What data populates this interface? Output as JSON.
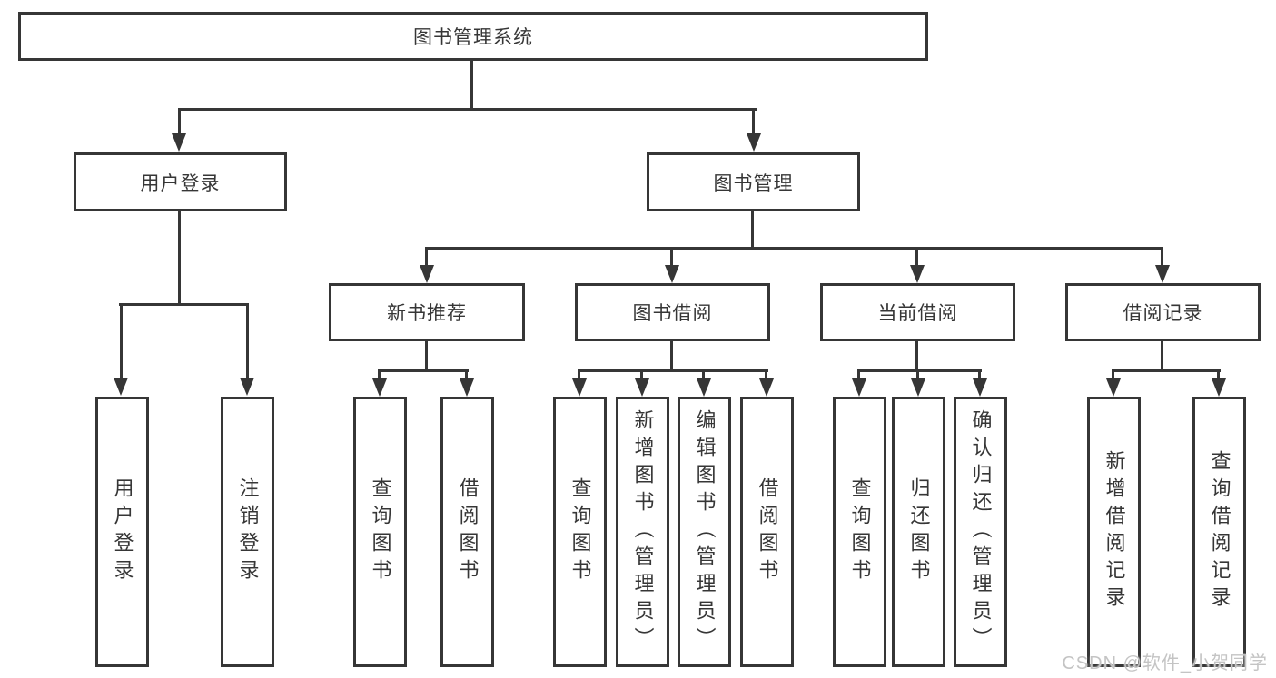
{
  "diagram": {
    "root": {
      "label": "图书管理系统"
    },
    "user_login": {
      "label": "用户登录",
      "children": [
        {
          "label": "用户登录"
        },
        {
          "label": "注销登录"
        }
      ]
    },
    "book_management": {
      "label": "图书管理",
      "groups": [
        {
          "label": "新书推荐",
          "children": [
            {
              "label": "查询图书"
            },
            {
              "label": "借阅图书"
            }
          ]
        },
        {
          "label": "图书借阅",
          "children": [
            {
              "label": "查询图书"
            },
            {
              "label": "新增图书（管理员）"
            },
            {
              "label": "编辑图书（管理员）"
            },
            {
              "label": "借阅图书"
            }
          ]
        },
        {
          "label": "当前借阅",
          "children": [
            {
              "label": "查询图书"
            },
            {
              "label": "归还图书"
            },
            {
              "label": "确认归还（管理员）"
            }
          ]
        },
        {
          "label": "借阅记录",
          "children": [
            {
              "label": "新增借阅记录"
            },
            {
              "label": "查询借阅记录"
            }
          ]
        }
      ]
    },
    "colors": {
      "line": "#363636",
      "node_border": "#363636",
      "node_background": "#ffffff",
      "text": "#363636",
      "page_background": "#ffffff"
    }
  },
  "watermark": {
    "text": "CSDN @软件_小贺同学",
    "color": "#c4c4c4"
  }
}
